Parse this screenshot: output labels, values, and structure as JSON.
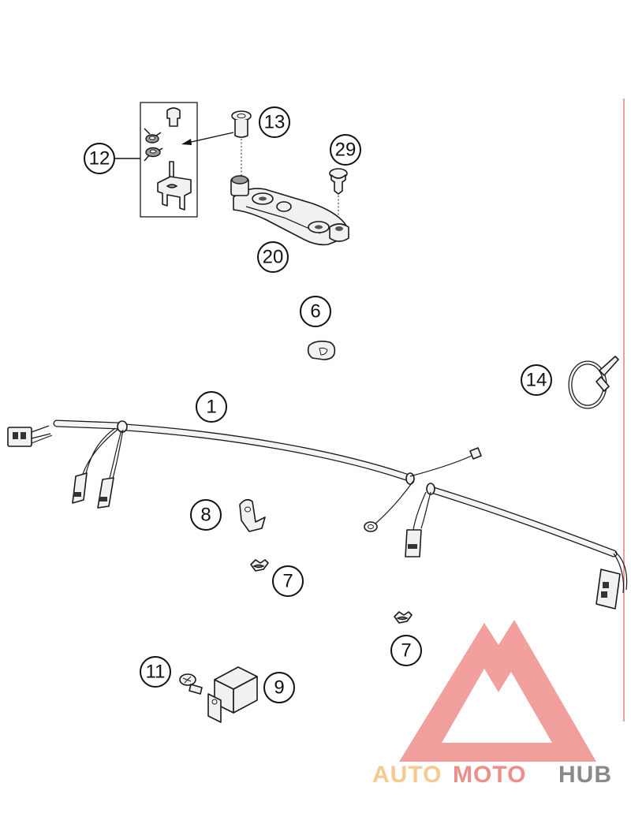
{
  "diagram": {
    "callouts": [
      {
        "id": "c1",
        "label": "1"
      },
      {
        "id": "c6",
        "label": "6"
      },
      {
        "id": "c7a",
        "label": "7"
      },
      {
        "id": "c7b",
        "label": "7"
      },
      {
        "id": "c8",
        "label": "8"
      },
      {
        "id": "c9",
        "label": "9"
      },
      {
        "id": "c11",
        "label": "11"
      },
      {
        "id": "c12",
        "label": "12"
      },
      {
        "id": "c13",
        "label": "13"
      },
      {
        "id": "c14",
        "label": "14"
      },
      {
        "id": "c20",
        "label": "20"
      },
      {
        "id": "c29",
        "label": "29"
      }
    ]
  },
  "watermark": {
    "part1": "AUTO",
    "part2": "MOTO",
    "part3": "HUB",
    "colors": {
      "auto": "#f6c98f",
      "moto": "#ee8e8a",
      "hub": "#8a8a8a",
      "logo": "#ef8f8c"
    }
  }
}
